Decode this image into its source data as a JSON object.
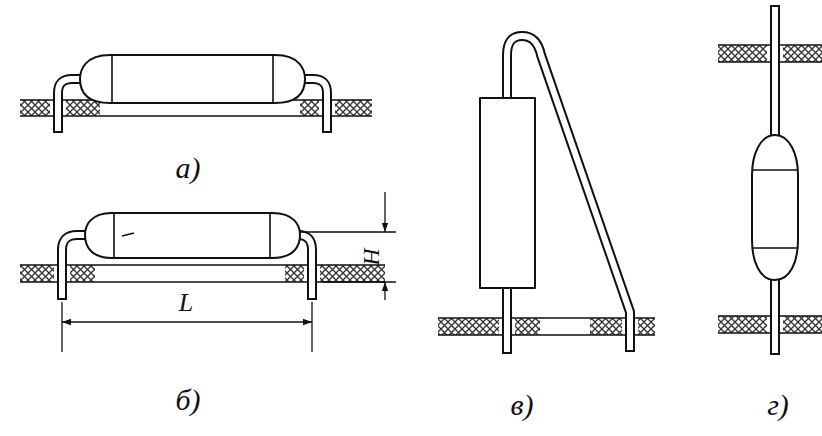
{
  "diagram": {
    "labels": [
      "а)",
      "б)",
      "H",
      "L",
      "в)",
      "г)"
    ]
  }
}
